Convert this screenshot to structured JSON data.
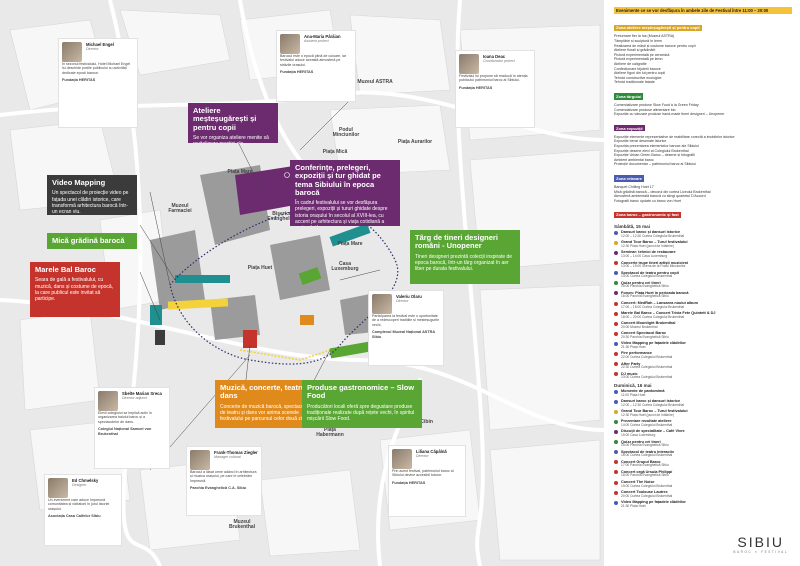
{
  "map": {
    "labels": {
      "piata_mica": "Piața Mică",
      "piata_mare": "Piața Mare",
      "piata_huet": "Piața Huet",
      "podul_minciunilor": "Podul Minciunilor",
      "piata_aurarilor": "Piața Aurarilor",
      "piata_cibin": "Piața Cibin",
      "piata_habermann": "Piața Habermann",
      "biserica_evanghelica": "Biserica Evanghelică",
      "muzeul_astra": "Muzeul ASTRA",
      "casa_luxemburg": "Casa Luxemburg",
      "muzeul_farmaciei": "Muzeul Farmaciei",
      "muzeul_brukenthal": "Muzeul Brukenthal",
      "piata_mare_lbl2": "Piața Mare"
    },
    "boxes": {
      "ateliere": {
        "title": "Ateliere meșteșugărești și pentru copii",
        "text": "Se vor organiza ateliere menite să revitalizeze practici ale meșteșugarilor din perioada barocă, unde atât copiii cât și adulții pot afla secretele unor meserii vechi."
      },
      "conferinte": {
        "title": "Conferințe, prelegeri, expoziții și tur ghidat pe tema Sibiului în epoca barocă",
        "text": "În cadrul festivalului se vor desfășura prelegeri, expoziții și tururi ghidate despre istoria orașului în secolul al XVIII-lea, cu accent pe arhitectura și viața cotidiană a perioadei baroce."
      },
      "video_mapping": {
        "title": "Video Mapping",
        "text": "Un spectacol de proiecție video pe fațada unei clădiri istorice, care transformă arhitectura barocă într-un ecran viu."
      },
      "gradina": {
        "title": "Mică grădină barocă"
      },
      "bal": {
        "title": "Marele Bal Baroc",
        "text": "Seara de gală a festivalului, cu muzică, dans și costume de epocă, la care publicul este invitat să participe."
      },
      "targ": {
        "title": "Târg de tineri designeri români - Unopener",
        "text": "Tineri designeri prezintă colecții inspirate de epoca barocă, într-un târg organizat în aer liber pe durata festivalului."
      },
      "muzica": {
        "title": "Muzică, concerte, teatru, dans",
        "text": "Concerte de muzică barocă, spectacole de teatru și dans vor anima scenele festivalului pe parcursul celor două zile."
      },
      "gastro": {
        "title": "Produse gastronomice – Slow Food",
        "text": "Producători locali oferă spre degustare produse tradiționale realizate după rețete vechi, în spiritul mișcării Slow Food."
      }
    },
    "cards": {
      "michael": {
        "name": "Michael Engel",
        "role": "Director",
        "text": "În sezonul festivalului, Hotel Michael Engel își deschide porțile publicului cu activități dedicate epocii baroce.",
        "org": "Fundația HERITAS"
      },
      "ana": {
        "name": "Ana-Maria Pârâian",
        "role": "Asistent proiect",
        "text": "Barocul este o epocă plină de culoare, iar festivalul aduce această atmosferă pe străzile orașului.",
        "org": "Fundația HERITAS"
      },
      "ioana": {
        "name": "Ioana Deac",
        "role": "Coordonator proiect",
        "text": "Festivalul își propune să readucă în atenția publicului patrimoniul baroc al Sibiului.",
        "org": "Fundația HERITAS"
      },
      "valeriu": {
        "name": "Valeriu Olaru",
        "role": "Director",
        "text": "Participarea la festival este o oportunitate de a redescoperi tradițiile și meșteșugurile vechi.",
        "org": "Complexul Muzeal Național ASTRA Sibiu"
      },
      "ed": {
        "name": "Ed Chmelsky",
        "role": "Designer",
        "text": "Un eveniment care aduce împreună comunitatea și vizitatorii în jurul istoriei orașului.",
        "org": "Asociația Casa Calfelor Sibiu"
      },
      "sbelte": {
        "name": "Sbelte Marian Sreca",
        "role": "Director adjunct",
        "text": "Elevii colegiului se implică activ în organizarea balului baroc și a spectacolelor de dans.",
        "org": "Colegiul Național Samuel von Brukenthal"
      },
      "frank": {
        "name": "Frank-Thomas Ziegler",
        "role": "Manager cultural",
        "text": "Barocul a lăsat urme adânci în arhitectura și muzica orașului, pe care le celebrăm împreună.",
        "org": "Parohia Evanghelică C.A. Sibiu"
      },
      "liliana": {
        "name": "Liliana Căpâlnă",
        "role": "Director",
        "text": "Prin acest festival, patrimoniul baroc al Sibiului devine accesibil tuturor.",
        "org": "Fundația HERITAS"
      }
    }
  },
  "schedule": {
    "header": "Evenimente ce se vor desfășura în ambele zile de Festival între 11:00 – 20:00",
    "sections": [
      {
        "title": "Zona ateliere meșteșugărești și pentru copii",
        "color": "#d9a62a",
        "lines": [
          "Preturnare fier la fuș (Muzeul ASTRA)",
          "Tâmplărie și sculptură în lemn",
          "Realizarea de măști și costume baroce pentru copii",
          "Ateliere florali și grădinărit",
          "Pictură experimentală pe ceramică",
          "Pictură experimentală pe lemn",
          "Ateliere de caligrafie",
          "Confecționare bijuterii baroce",
          "Ateliere figuri din lut pentru copii",
          "Tehnici constructive ecologice",
          "Tehnici tradiționale fațade"
        ]
      },
      {
        "title": "Zona târgului",
        "color": "#2f8a3c",
        "lines": [
          "Comercializare produse Slow Food à la Green Friday",
          "Comercializare produse alimentare bio",
          "Expoziție cu vânzare produse hand-made tineri designeri – Unopener"
        ]
      },
      {
        "title": "Zona expoziții",
        "color": "#6d2b6f",
        "lines": [
          "Expoziție elemente reprezentative de reabilitare corectă a imobilelor istorice",
          "Expoziție benzi desenate istorice",
          "Expoziția prezentarea elementelor baroce ale Sibiului",
          "Expoziție desene elevi ai Colegiului Brukenthal",
          "Expoziție Urban Green Baroc – desene și fotografii",
          "Ambient ambiental baroc",
          "Proiecție documentar – patrimoniul baroc al Sibiului"
        ]
      },
      {
        "title": "Zona relaxare",
        "color": "#4a5bb0",
        "lines": [
          "Banquet Chilling Huet 17",
          "Mică grădină barocă – decorul din curtea Liceului Brukenthal",
          "Atmosferă ambientală barocă cu stingi quartetul D'Accord",
          "Fotografii baroc update cu baroc von Huet"
        ]
      },
      {
        "title": "Zona baroc – gastronomic și fast",
        "color": "#c4342c",
        "lines": []
      }
    ],
    "days": [
      {
        "title": "Sâmbătă, 15 mai",
        "events": [
          {
            "t": "Dansuri baroc și dansuri istorice",
            "d": "12:00 – 12:30 Curtea Colegiului Brukenthal",
            "c": "#4a5bb0"
          },
          {
            "t": "Grand Tour Baroc – Turul festivalului",
            "d": "12:30 Piața Huet (punct de întâlnire)",
            "c": "#d9a62a"
          },
          {
            "t": "Seminar: tehnici de restaurare",
            "d": "13:00 – 14:00 Casa Luxemburg",
            "c": "#6d2b6f"
          },
          {
            "t": "Concerte trupe tineri artiști muzicieni",
            "d": "13:00 – 15:00 Scena de la Podul Minciunilor",
            "c": "#c4342c"
          },
          {
            "t": "Spectacol de teatru pentru copii",
            "d": "14:00 Curtea Colegiului Brukenthal",
            "c": "#4a5bb0"
          },
          {
            "t": "Quizz pentru cei tineri",
            "d": "15:00 Parohia Evanghelică Sibiu",
            "c": "#2f8a3c"
          },
          {
            "t": "Forum: Piața Huet în perioada barocă",
            "d": "16:00 Parohia Evanghelică Sibiu",
            "c": "#6d2b6f"
          },
          {
            "t": "Concert: MedRah – Lansarea noului album",
            "d": "17:00 – 18:00 Curtea Colegiului Brukenthal",
            "c": "#c4342c"
          },
          {
            "t": "Marele Bal Baroc – Concert Trivia Fete Quintett & DJ",
            "d": "18:00 – 20:00 Curtea Colegiului Brukenthal",
            "c": "#c4342c"
          },
          {
            "t": "Concert Moonlight Brukenthal",
            "d": "20:00 Muzeul Brukenthal",
            "c": "#c4342c"
          },
          {
            "t": "Concert Spectacol Baroc",
            "d": "20:30 Parohia Evanghelică Sibiu",
            "c": "#c4342c"
          },
          {
            "t": "Video Mapping pe fațadele clădirilor",
            "d": "21:30 Piața Huet",
            "c": "#4a5bb0"
          },
          {
            "t": "Fire performance",
            "d": "22:00 Curtea Colegiului Brukenthal",
            "c": "#c4342c"
          },
          {
            "t": "After Party",
            "d": "22:30 Curtea Colegiului Brukenthal",
            "c": "#c4342c"
          },
          {
            "t": "DJ muzic",
            "d": "23:00 Curtea Colegiului Brukenthal",
            "c": "#c4342c"
          }
        ]
      },
      {
        "title": "Duminică, 16 mai",
        "events": [
          {
            "t": "Momente de pantomimă",
            "d": "11:00 Piața Huet",
            "c": "#4a5bb0"
          },
          {
            "t": "Dansuri baroc și dansuri istorice",
            "d": "12:00 – 12:30 Curtea Colegiului Brukenthal",
            "c": "#4a5bb0"
          },
          {
            "t": "Grand Tour Baroc – Turul festivalului",
            "d": "12:30 Piața Huet (punct de întâlnire)",
            "c": "#d9a62a"
          },
          {
            "t": "Prezentare rezultate ateliere",
            "d": "14:00 Curtea Colegiului Brukenthal",
            "c": "#2f8a3c"
          },
          {
            "t": "Discuții de specialitate – Café Vivre",
            "d": "15:00 Casa Luxemburg",
            "c": "#6d2b6f"
          },
          {
            "t": "Quizz pentru cei tineri",
            "d": "15:00 Parohia Evanghelică Sibiu",
            "c": "#2f8a3c"
          },
          {
            "t": "Spectacol de teatru interactiv",
            "d": "16:00 Curtea Colegiului Brukenthal",
            "c": "#4a5bb0"
          },
          {
            "t": "Concert Grupul Baroc",
            "d": "17:00 Parohia Evanghelică Sibiu",
            "c": "#c4342c"
          },
          {
            "t": "Concert orgă Ursula Philippi",
            "d": "18:00 Parohia Evanghelică Sibiu",
            "c": "#c4342c"
          },
          {
            "t": "Concert The Noise",
            "d": "19:00 Curtea Colegiului Brukenthal",
            "c": "#c4342c"
          },
          {
            "t": "Concert Toulouse Lautrec",
            "d": "20:00 Curtea Colegiului Brukenthal",
            "c": "#c4342c"
          },
          {
            "t": "Video Mapping pe fațadele clădirilor",
            "d": "21:30 Piața Huet",
            "c": "#4a5bb0"
          }
        ]
      }
    ],
    "logo_big": "SIBIU",
    "logo_small": "BAROC ✦ FESTIVAL"
  },
  "colors": {
    "purple": "#6d2b6f",
    "green": "#5aa634",
    "red": "#c4342c",
    "orange": "#e08a1c",
    "dark": "#3b3b3b",
    "teal": "#1f8f8f"
  }
}
